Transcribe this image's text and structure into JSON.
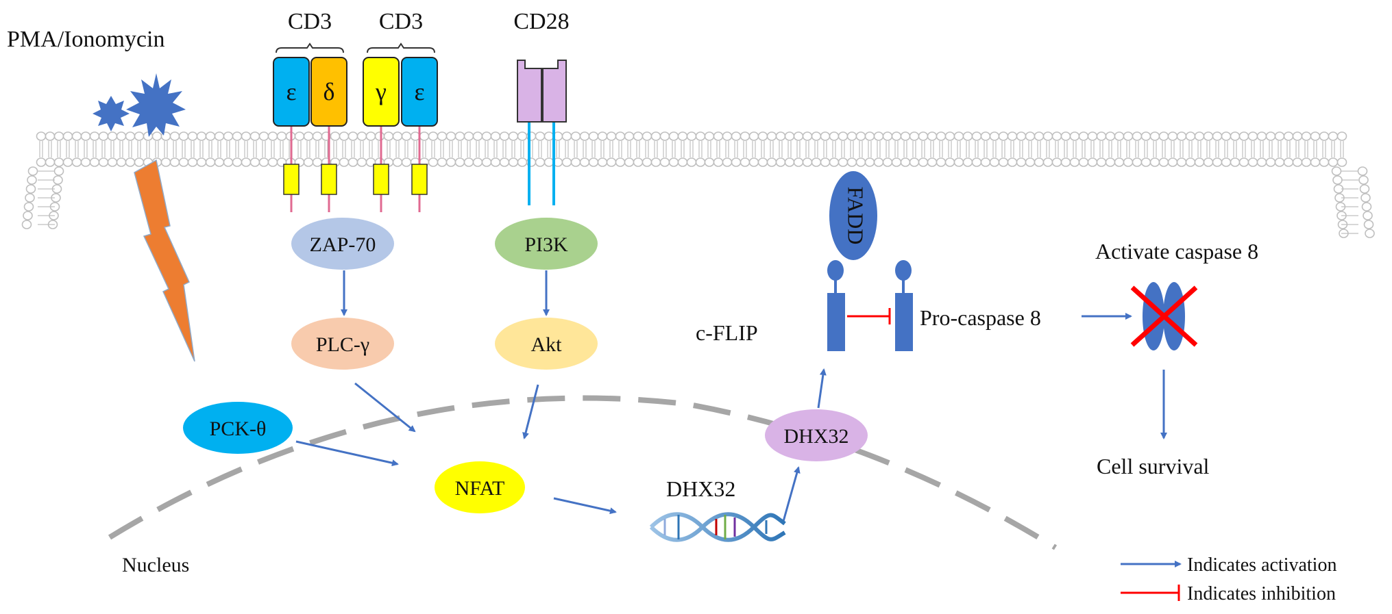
{
  "labels": {
    "pma_ionomycin": "PMA/Ionomycin",
    "cd3_left": "CD3",
    "cd3_right": "CD3",
    "cd28": "CD28",
    "c_flip": "c-FLIP",
    "pro_caspase_8": "Pro-caspase 8",
    "activate_caspase_8": "Activate caspase 8",
    "cell_survival": "Cell survival",
    "dhx32_gene": "DHX32",
    "nucleus": "Nucleus"
  },
  "chains": {
    "epsilon_left": "ε",
    "delta": "δ",
    "gamma": "γ",
    "epsilon_right": "ε"
  },
  "nodes": {
    "zap70": "ZAP-70",
    "plc_gamma": "PLC-γ",
    "pi3k": "PI3K",
    "akt": "Akt",
    "pck_theta": "PCK-θ",
    "nfat": "NFAT",
    "dhx32_protein": "DHX32",
    "fadd": "FADD"
  },
  "legend": {
    "activation": "Indicates activation",
    "inhibition": "Indicates inhibition"
  },
  "colors": {
    "activation_arrow": "#4472C4",
    "inhibition_arrow": "#FF0000",
    "membrane": "#BFBFBF",
    "nucleus_dash": "#A6A6A6",
    "epsilon": "#00B0F0",
    "delta": "#FFC000",
    "gamma": "#FFFF00",
    "cd28": "#D9B3E6",
    "zap70": "#B4C7E7",
    "plc_gamma": "#F8CBAD",
    "pi3k": "#A9D18E",
    "akt": "#FFE699",
    "pck_theta": "#00B0F0",
    "nfat": "#FFFF00",
    "dhx32_protein": "#D9B3E6",
    "fadd": "#4472C4",
    "lightning": "#ED7D31"
  }
}
